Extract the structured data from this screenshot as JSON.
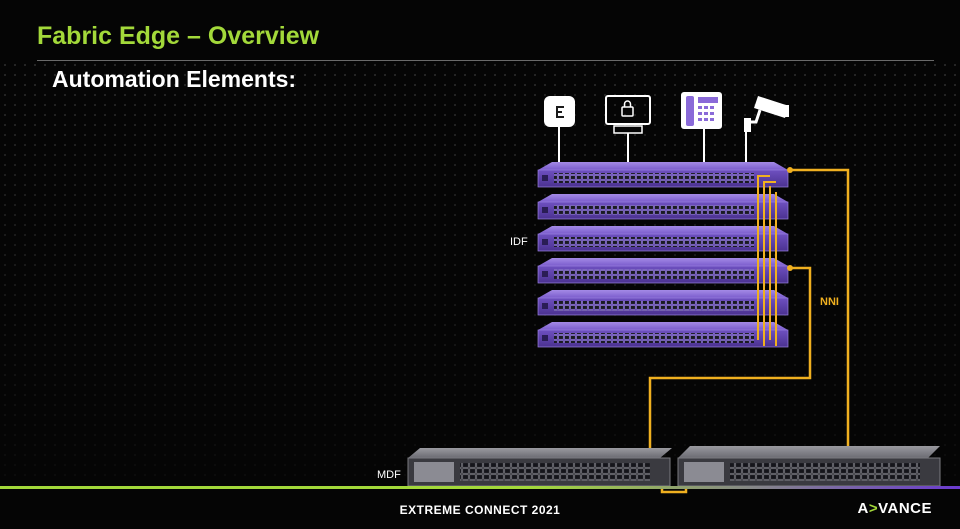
{
  "slide": {
    "title": "Fabric Edge – Overview",
    "subtitle": "Automation Elements:"
  },
  "diagram": {
    "idf_label": "IDF",
    "mdf_label": "MDF",
    "nni_label": "NNI",
    "endpoint_icons": [
      "access-point-icon",
      "secure-terminal-icon",
      "ip-phone-icon",
      "security-camera-icon"
    ],
    "edge_switch_count": 6,
    "core_switch_count": 2,
    "colors": {
      "switch": "#7b5ccc",
      "link": "#f0b020",
      "accent": "#a3d93a"
    }
  },
  "footer": {
    "event": "EXTREME CONNECT 2021",
    "brand_left": "A",
    "brand_mark": ">",
    "brand_right": "VANCE"
  }
}
